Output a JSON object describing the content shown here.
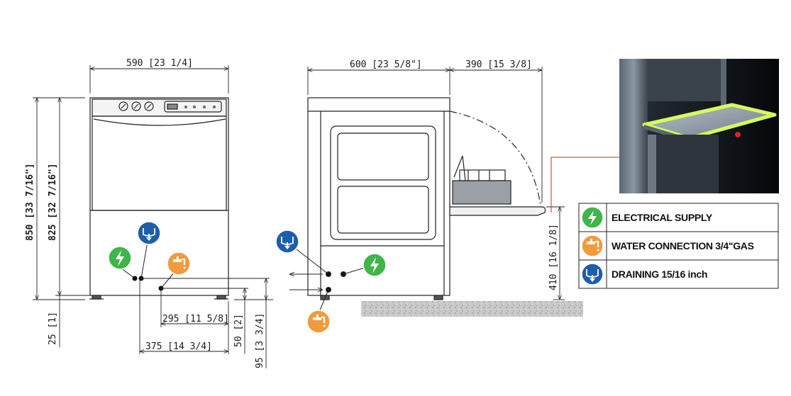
{
  "front_view": {
    "width_label": "590 [23 1/4]",
    "height_total_label": "850 [33 7/16\"]",
    "height_body_label": "825 [32 7/16\"]",
    "feet_label": "25 [1]",
    "drain_offset_label": "295 [11 5/8]",
    "supply_offset_label": "375 [14 3/4]",
    "height_50_label": "50 [2]",
    "height_95_label": "95 [3 3/4]"
  },
  "side_view": {
    "depth_label": "600 [23 5/8\"]",
    "door_label": "390 [15 3/8]",
    "door_height_label": "410 [16 1/8]"
  },
  "legend": {
    "items": [
      {
        "label": "ELECTRICAL SUPPLY",
        "icon": "electrical-supply-icon",
        "color": "#3fb54a"
      },
      {
        "label": "WATER CONNECTION 3/4\"GAS",
        "icon": "water-tap-icon",
        "color": "#f29a3c"
      },
      {
        "label": "DRAINING  15/16 inch",
        "icon": "drain-icon",
        "color": "#1f5ea8"
      }
    ]
  },
  "colors": {
    "electrical": "#3fb54a",
    "water": "#f29a3c",
    "drain": "#1f5ea8",
    "leader_line": "#d9252a",
    "highlight": "#d6ff5a"
  }
}
